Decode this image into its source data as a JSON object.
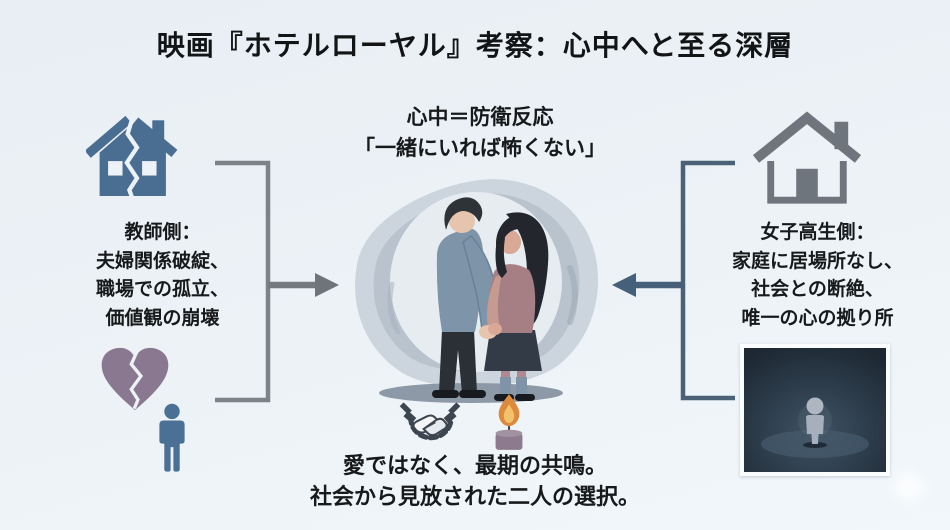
{
  "title": "映画『ホテルローヤル』考察：心中へと至る深層",
  "center": {
    "claim_line1": "心中＝防衛反応",
    "claim_line2": "「一緒にいれば怖くない」",
    "conclusion_line1": "愛ではなく、最期の共鳴。",
    "conclusion_line2": "社会から見放された二人の選択。"
  },
  "teacher_side": {
    "heading": "教師側：",
    "factors": [
      "夫婦関係破綻、",
      "職場での孤立、",
      "価値観の崩壊"
    ]
  },
  "student_side": {
    "heading": "女子高生側：",
    "factors": [
      "家庭に居場所なし、",
      "社会との断絶、",
      "唯一の心の拠り所"
    ]
  },
  "icons": {
    "broken_house": "broken-house-icon",
    "broken_heart": "broken-heart-icon",
    "lonely_person": "lonely-person-icon",
    "house": "house-icon",
    "handshake_chain": "handshake-chain-icon",
    "candle": "candle-icon",
    "lone_figure_dark": "lone-figure-in-darkness-image",
    "couple": "couple-holding-hands-illustration"
  },
  "colors": {
    "background": "#ECF2F6",
    "text": "#16181A",
    "left_icon_blue": "#4A6D92",
    "broken_heart_mauve": "#8A7890",
    "right_icon_gray": "#6E757D",
    "left_connector": "#7D8288",
    "right_connector": "#4A6178",
    "mist_blob": "#BFC9D4",
    "candle_flame": "#DE8A3C",
    "dark_room": "#24313D"
  }
}
